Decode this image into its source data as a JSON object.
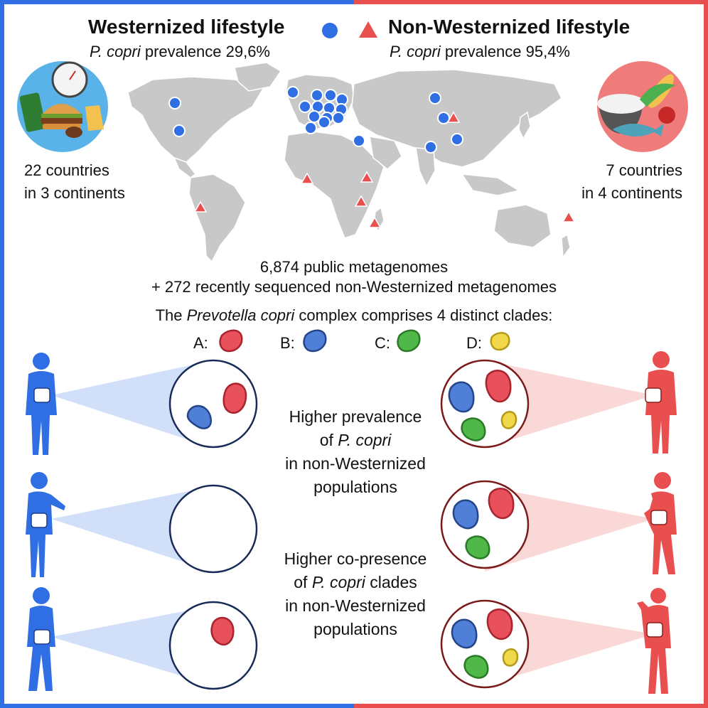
{
  "header": {
    "left_title": "Westernized lifestyle",
    "left_species": "P. copri",
    "left_prevalence": "prevalence 29,6%",
    "right_title": "Non-Westernized lifestyle",
    "right_species": "P. copri",
    "right_prevalence": "prevalence 95,4%"
  },
  "left_stats": {
    "line1": "22 countries",
    "line2": "in 3 continents"
  },
  "right_stats": {
    "line1": "7 countries",
    "line2": "in 4 continents"
  },
  "metagenomes": {
    "line1": "6,874 public metagenomes",
    "line2": "+ 272 recently sequenced non-Westernized metagenomes"
  },
  "clades_intro": {
    "prefix": "The",
    "species": "Prevotella copri",
    "suffix": "complex comprises 4 distinct clades:"
  },
  "clades": [
    {
      "label": "A:",
      "color": "#e8505b"
    },
    {
      "label": "B:",
      "color": "#4f7fd6"
    },
    {
      "label": "C:",
      "color": "#4fb848"
    },
    {
      "label": "D:",
      "color": "#f0d84a"
    }
  ],
  "finding1": {
    "line1": "Higher prevalence",
    "line2_pre": "of",
    "line2_species": "P. copri",
    "line3": "in non-Westernized",
    "line4": "populations"
  },
  "finding2": {
    "line1": "Higher co-presence",
    "line2_pre": "of",
    "line2_species": "P. copri",
    "line2_post": "clades",
    "line3": "in non-Westernized",
    "line4": "populations"
  },
  "colors": {
    "western": "#2f6fe3",
    "non_western": "#ea4f4f",
    "land": "#c8c8c8"
  }
}
